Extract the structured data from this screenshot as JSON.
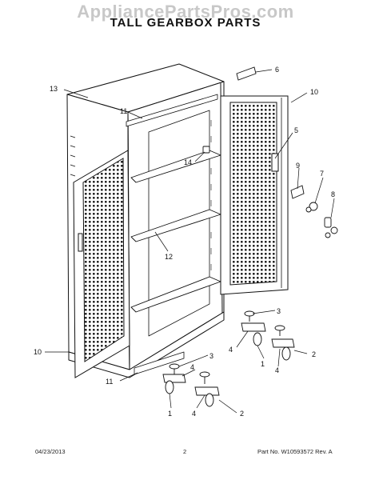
{
  "watermark": "AppliancePartsPros.com",
  "title": "TALL GEARBOX PARTS",
  "callouts": {
    "c6": "6",
    "c10a": "10",
    "c13": "13",
    "c11a": "11",
    "c5": "5",
    "c14": "14",
    "c9": "9",
    "c7": "7",
    "c8": "8",
    "c12": "12",
    "c3a": "3",
    "c4a": "4",
    "c1a": "1",
    "c4b": "4",
    "c2a": "2",
    "c10b": "10",
    "c3b": "3",
    "c4c": "4",
    "c11b": "11",
    "c1b": "1",
    "c4d": "4",
    "c2b": "2"
  },
  "footer": {
    "date": "04/23/2013",
    "page": "2",
    "part": "Part No.  W10593572  Rev.  A"
  }
}
